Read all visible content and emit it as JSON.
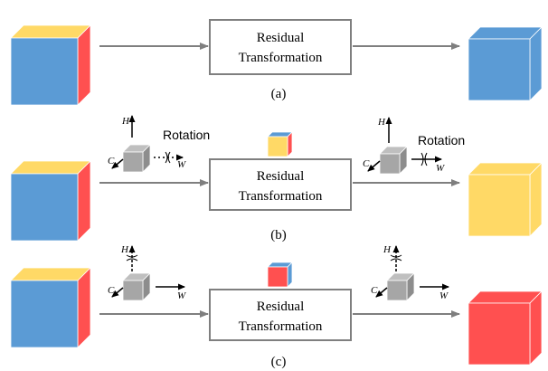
{
  "colors": {
    "blue": "#5B9BD5",
    "yellow": "#FFD966",
    "red": "#FF5050",
    "gray": "#A6A6A6",
    "arrow": "#7F7F7F",
    "text": "#000000"
  },
  "box_label_line1": "Residual",
  "box_label_line2": "Transformation",
  "panels": [
    {
      "caption": "(a)",
      "input_cube": {
        "front": "blue",
        "top": "yellow",
        "side": "red"
      },
      "output_cube": {
        "front": "blue",
        "top": "blue",
        "side": "blue"
      }
    },
    {
      "caption": "(b)",
      "rotation_label_left": "Rotation",
      "rotation_label_right": "Rotation",
      "axis_H": "H",
      "axis_C": "C",
      "axis_W": "W",
      "input_cube": {
        "front": "blue",
        "top": "yellow",
        "side": "red"
      },
      "mid_cube": {
        "front": "yellow",
        "top": "blue",
        "side": "red"
      },
      "output_cube": {
        "front": "yellow",
        "top": "yellow",
        "side": "yellow"
      }
    },
    {
      "caption": "(c)",
      "axis_H": "H",
      "axis_C": "C",
      "axis_W": "W",
      "input_cube": {
        "front": "blue",
        "top": "yellow",
        "side": "red"
      },
      "mid_cube": {
        "front": "red",
        "top": "blue",
        "side": "blue"
      },
      "output_cube": {
        "front": "red",
        "top": "red",
        "side": "red"
      }
    }
  ]
}
